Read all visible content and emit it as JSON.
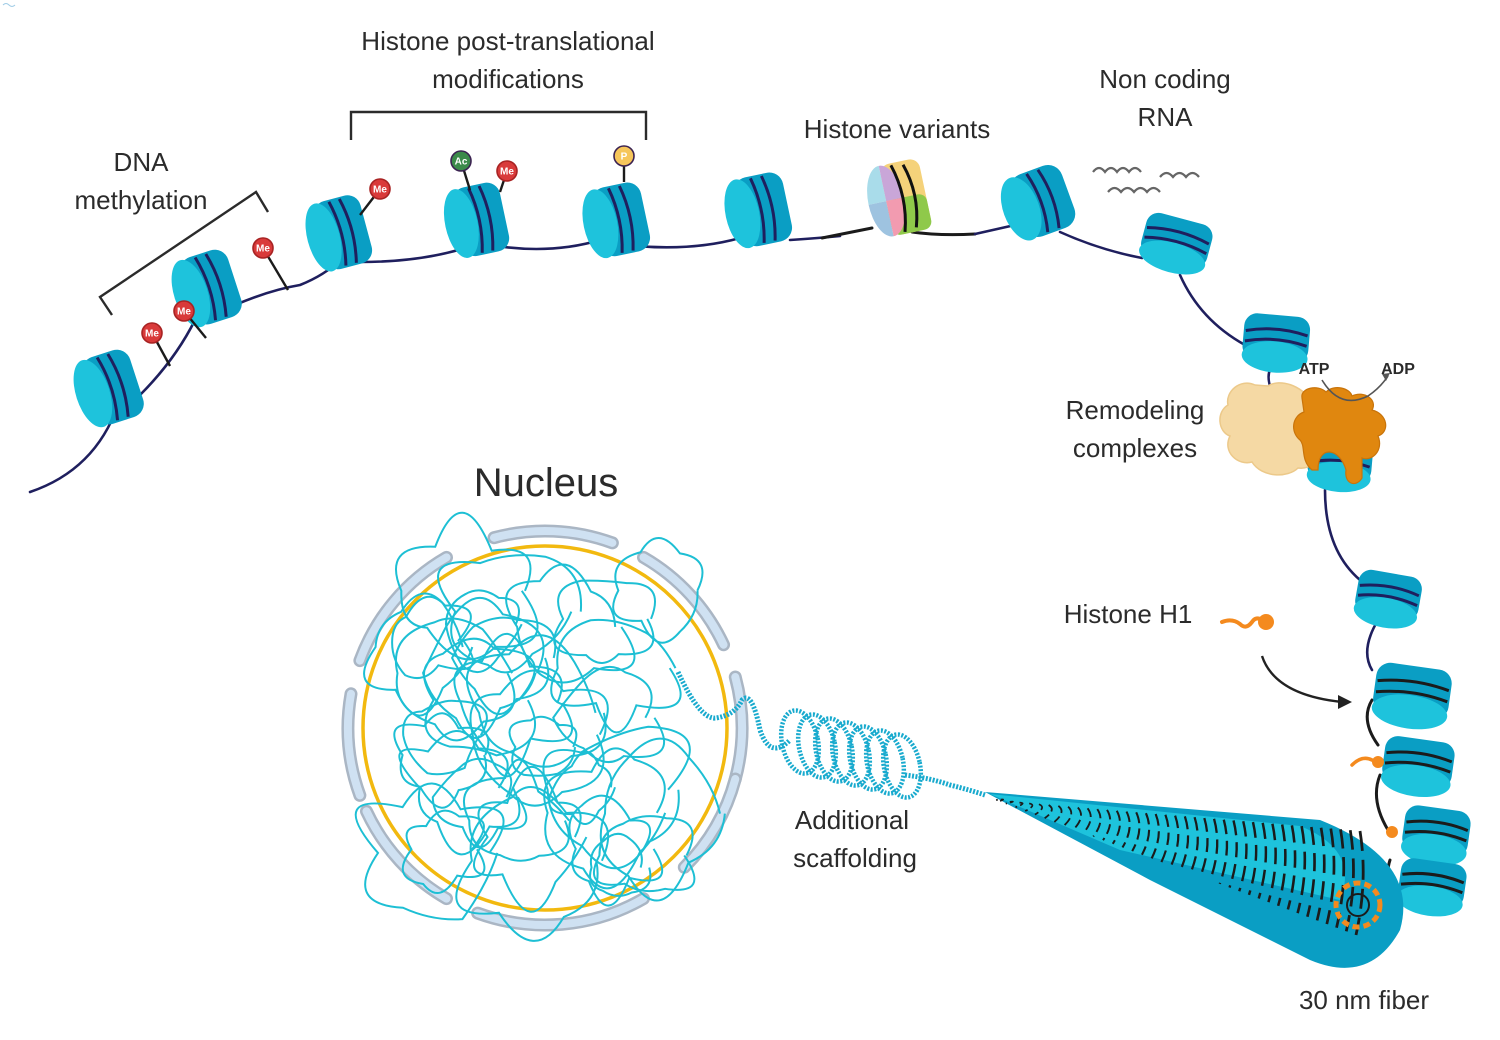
{
  "diagram": {
    "title": "Chromatin organization and epigenetic regulation",
    "labels": {
      "dna_methylation": [
        "DNA",
        "methylation"
      ],
      "histone_ptm": [
        "Histone post-translational",
        "modifications"
      ],
      "histone_variants": [
        "Histone variants"
      ],
      "non_coding_rna": [
        "Non coding",
        "RNA"
      ],
      "remodeling_complexes": [
        "Remodeling",
        "complexes"
      ],
      "atp": "ATP",
      "adp": "ADP",
      "histone_h1": [
        "Histone H1"
      ],
      "nucleus": "Nucleus",
      "additional_scaffolding": [
        "Additional",
        "scaffolding"
      ],
      "fiber_30nm": [
        "30 nm fiber"
      ]
    },
    "marks": {
      "methyl": "Me",
      "acetyl": "Ac",
      "phospho": "P"
    },
    "colors": {
      "histone_light": "#1ec3dc",
      "histone_dark": "#0a9ec4",
      "dna_strand": "#1f1f5e",
      "methyl_mark": "#d93a3a",
      "acetyl_mark": "#3b8a4a",
      "phospho_mark": "#f6c65b",
      "nucleus_envelope": "#f2b90f",
      "nuclear_pore_segment": "#cfe1f2",
      "chromatin_loop": "#1dbfd4",
      "h1_orange": "#f48a1e",
      "remodeler_orange": "#e0870f",
      "remodeler_beige": "#f5d9a4",
      "variant_colors": [
        "#a9dcea",
        "#c9a6d8",
        "#f5d27a",
        "#f29bb0",
        "#8fc94a",
        "#9ec3e0"
      ]
    }
  }
}
